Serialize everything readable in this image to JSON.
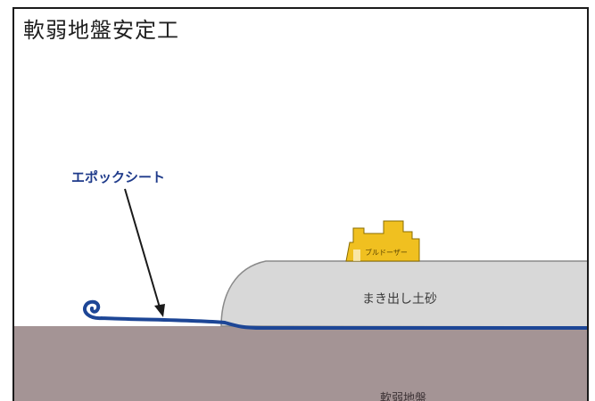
{
  "title": "軟弱地盤安定工",
  "labels": {
    "sheet": "エポックシート",
    "bulldozer": "ブルドーザー",
    "spread_soil": "まき出し土砂",
    "soft_ground": "軟弱地盤"
  },
  "colors": {
    "frame": "#1b1b1b",
    "soft_ground": "#a49495",
    "spread_soil": "#d8d8d8",
    "sheet": "#1d4696",
    "bulldozer": "#f0c020",
    "arrow": "#1a1a1a"
  }
}
